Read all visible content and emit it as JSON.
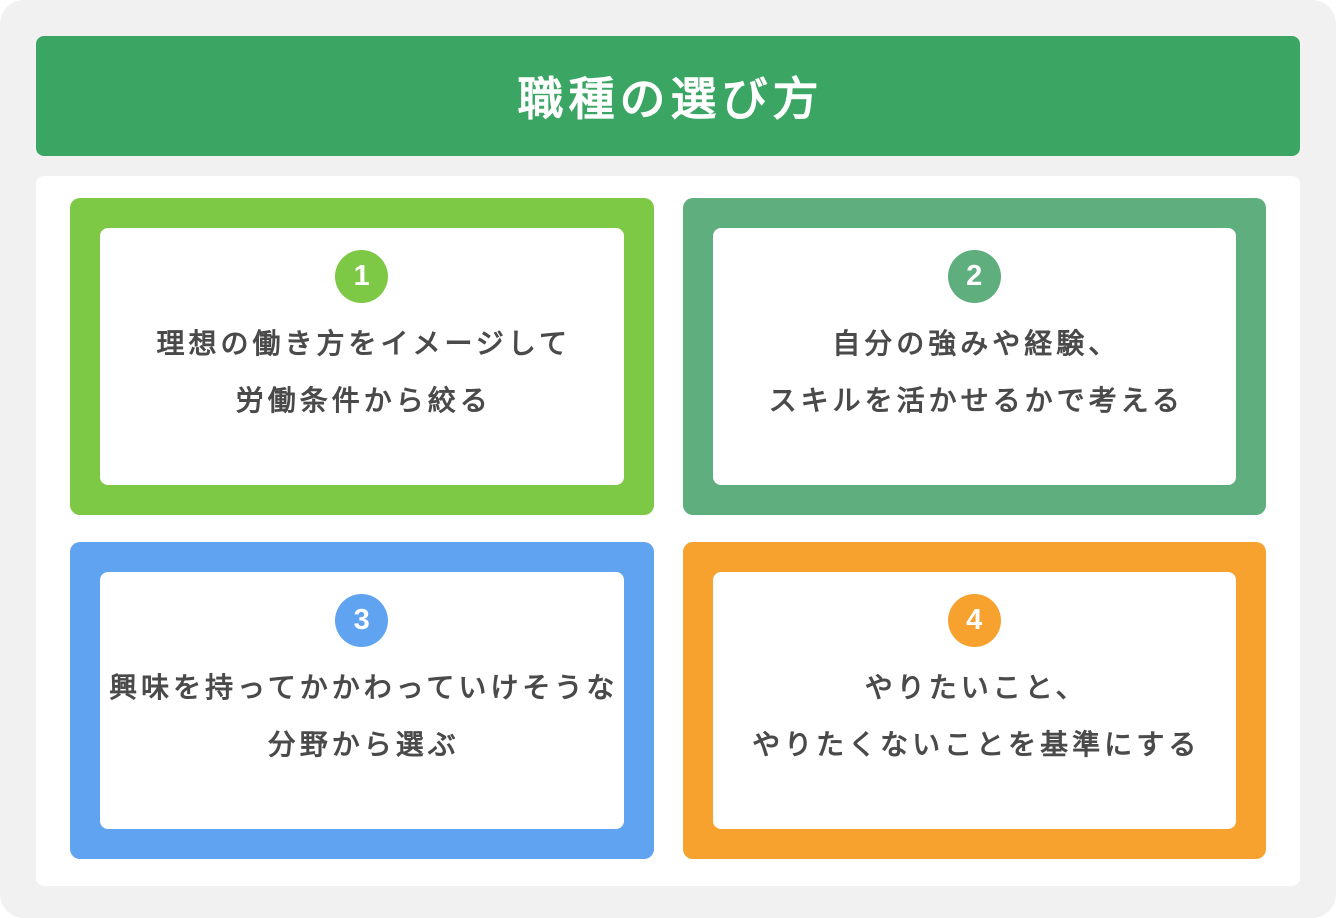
{
  "header": {
    "title": "職種の選び方"
  },
  "colors": {
    "page_bg": "#F1F1F2",
    "header_bg": "#3BA663",
    "panel_bg": "#FFFFFF",
    "card_inner_bg": "#FFFFFF",
    "text": "#4A4A4A",
    "number_text": "#FFFFFF"
  },
  "cards": [
    {
      "number": "1",
      "accent": "#7DC844",
      "lines": [
        "理想の働き方をイメージして",
        "労働条件から絞る"
      ]
    },
    {
      "number": "2",
      "accent": "#5FAE7D",
      "lines": [
        "自分の強みや経験、",
        "スキルを活かせるかで考える"
      ]
    },
    {
      "number": "3",
      "accent": "#5FA3F1",
      "lines": [
        "興味を持ってかかわっていけそうな",
        "分野から選ぶ"
      ]
    },
    {
      "number": "4",
      "accent": "#F7A12E",
      "lines": [
        "やりたいこと、",
        "やりたくないことを基準にする"
      ]
    }
  ]
}
